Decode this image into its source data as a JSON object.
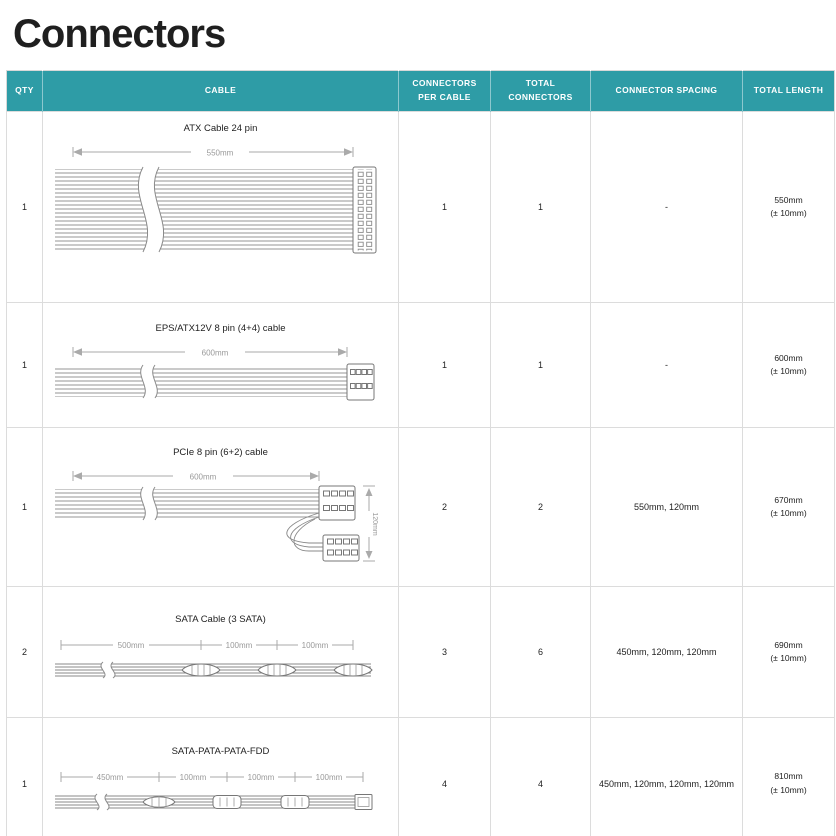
{
  "page": {
    "title": "Connectors"
  },
  "table": {
    "headers": {
      "qty": "QTY",
      "cable": "CABLE",
      "connectors_per_cable": "CONNECTORS PER CABLE",
      "total_connectors": "TOTAL CONNECTORS",
      "connector_spacing": "CONNECTOR SPACING",
      "total_length": "TOTAL LENGTH"
    },
    "rows": [
      {
        "qty": "1",
        "cable_name": "ATX Cable 24 pin",
        "diagram_labels": [
          "550mm"
        ],
        "connectors_per_cable": "1",
        "total_connectors": "1",
        "connector_spacing": "-",
        "total_length": "550mm",
        "total_length_tolerance": "(± 10mm)"
      },
      {
        "qty": "1",
        "cable_name": "EPS/ATX12V 8 pin (4+4) cable",
        "diagram_labels": [
          "600mm"
        ],
        "connectors_per_cable": "1",
        "total_connectors": "1",
        "connector_spacing": "-",
        "total_length": "600mm",
        "total_length_tolerance": "(± 10mm)"
      },
      {
        "qty": "1",
        "cable_name": "PCIe 8 pin (6+2) cable",
        "diagram_labels": [
          "600mm",
          "120mm"
        ],
        "connectors_per_cable": "2",
        "total_connectors": "2",
        "connector_spacing": "550mm, 120mm",
        "total_length": "670mm",
        "total_length_tolerance": "(± 10mm)"
      },
      {
        "qty": "2",
        "cable_name": "SATA Cable (3 SATA)",
        "diagram_labels": [
          "500mm",
          "100mm",
          "100mm"
        ],
        "connectors_per_cable": "3",
        "total_connectors": "6",
        "connector_spacing": "450mm, 120mm, 120mm",
        "total_length": "690mm",
        "total_length_tolerance": "(± 10mm)"
      },
      {
        "qty": "1",
        "cable_name": "SATA-PATA-PATA-FDD",
        "diagram_labels": [
          "450mm",
          "100mm",
          "100mm",
          "100mm"
        ],
        "connectors_per_cable": "4",
        "total_connectors": "4",
        "connector_spacing": "450mm, 120mm, 120mm, 120mm",
        "total_length": "810mm",
        "total_length_tolerance": "(± 10mm)"
      }
    ]
  },
  "colors": {
    "header_bg": "#2E9CA6",
    "header_text": "#FFFFFF",
    "border": "#DCDCDC",
    "diagram_stroke": "#8A8A8A",
    "dimension_text": "#999999"
  }
}
